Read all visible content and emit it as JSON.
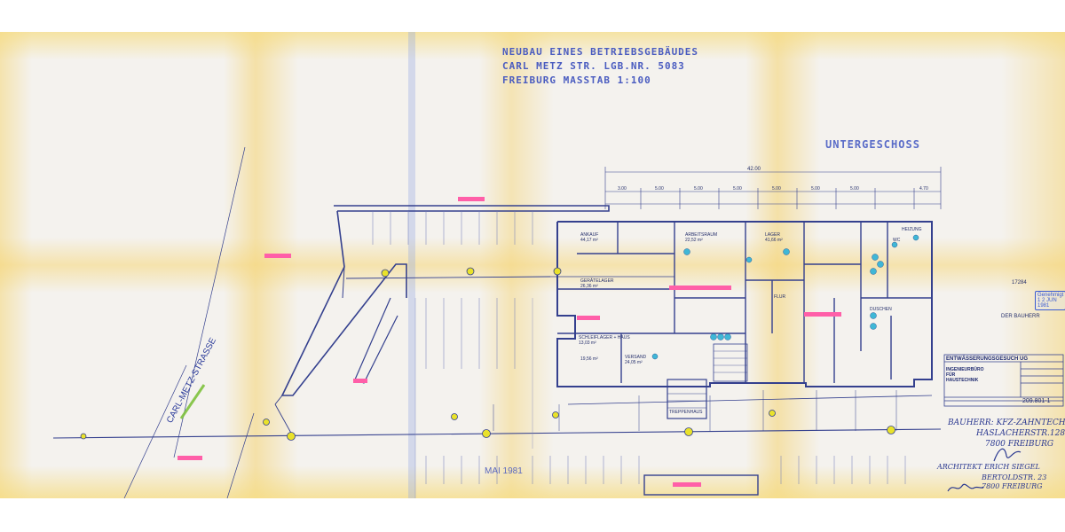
{
  "header": {
    "line1": "NEUBAU EINES BETRIEBSGEBÄUDES",
    "line2": "CARL METZ STR.   LGB.NR. 5083",
    "line3": "FREIBURG          MASSTAB 1:100"
  },
  "plan_title": "UNTERGESCHOSS",
  "street": "CARL-METZ-STRASSE",
  "overall_dimension": "42.00",
  "dimension_chain": [
    "3.00",
    "5.00",
    "5.00",
    "5.00",
    "5.00",
    "5.00",
    "5.00",
    "4.70"
  ],
  "date_note": "MAI 1981",
  "rooms": [
    {
      "label": "ANKAUF\n44,17 m²"
    },
    {
      "label": "ARBEITSRAUM\n22,52 m²"
    },
    {
      "label": "LAGER\n41,66 m²"
    },
    {
      "label": "GERÄTELAGER\n26,36 m²"
    },
    {
      "label": "SCHLEIFLAGER + HAUS\n13,03 m²"
    },
    {
      "label": "19,56 m²"
    },
    {
      "label": "VERSAND\n24,05 m²"
    },
    {
      "label": "DUSCHEN"
    },
    {
      "label": "FLUR"
    },
    {
      "label": "TREPPENHAUS"
    },
    {
      "label": "WC"
    },
    {
      "label": "HEIZUNG"
    }
  ],
  "title_block": {
    "project": "ENTWÄSSERUNGSGESUCH UG",
    "office_l1": "INGENIEURBÜRO",
    "office_l2": "FÜR",
    "office_l3": "HAUSTECHNIK",
    "drawing_no": "209.801-1",
    "client_l1": "BAUHERR: KFZ-ZAHNTECHNIK",
    "client_l2": "HASLACHERSTR.128",
    "client_l3": "7800 FREIBURG",
    "architect_l1": "ARCHITEKT ERICH SIEGEL",
    "architect_l2": "BERTOLDSTR. 23",
    "architect_l3": "7800 FREIBURG"
  },
  "stamps": {
    "approval": "Genehmigt",
    "date": "1 2 JUN 1981",
    "number": "17284",
    "authority": "DER BAUHERR"
  },
  "legend": {
    "accent": "#2f3a86",
    "highlight_pink": "#ff5fa8",
    "highlight_green": "#7ec23c",
    "highlight_yellow": "#e9e22a",
    "highlight_cyan": "#3fb7d6"
  }
}
